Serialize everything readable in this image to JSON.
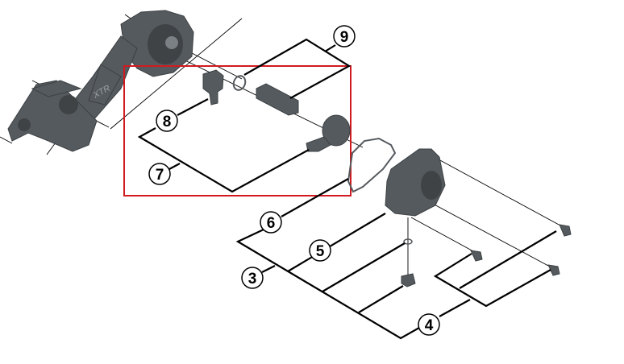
{
  "diagram": {
    "title": "Rear derailleur exploded parts view",
    "logo_text": "XTR",
    "highlight_color": "#d01a1f",
    "callouts": [
      {
        "id": "c3",
        "label": "3"
      },
      {
        "id": "c4",
        "label": "4"
      },
      {
        "id": "c5",
        "label": "5"
      },
      {
        "id": "c6",
        "label": "6"
      },
      {
        "id": "c7",
        "label": "7"
      },
      {
        "id": "c8",
        "label": "8"
      },
      {
        "id": "c9",
        "label": "9"
      }
    ]
  }
}
